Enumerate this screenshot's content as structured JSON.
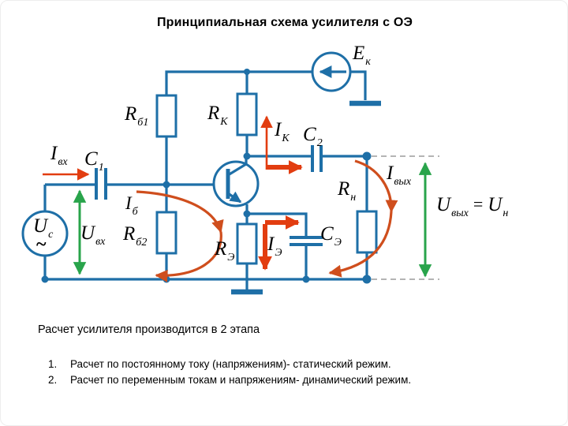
{
  "title": "Принципиальная схема усилителя с ОЭ",
  "colors": {
    "wire": "#1e6fa7",
    "arrow_red": "#e23d10",
    "loop_red": "#cf4e1d",
    "arrow_green": "#29a44b",
    "dashed": "#9b9b9b"
  },
  "schematic": {
    "labels": {
      "ek": {
        "main": "E",
        "sub": "к"
      },
      "rb1": {
        "main": "R",
        "sub": "б1"
      },
      "rk": {
        "main": "R",
        "sub": "К"
      },
      "ik": {
        "main": "I",
        "sub": "К"
      },
      "c2": {
        "main": "C",
        "sub": "2"
      },
      "ivx": {
        "main": "I",
        "sub": "вх"
      },
      "c1": {
        "main": "C",
        "sub": "1"
      },
      "uc": {
        "main": "U",
        "sub": "c",
        "tilde": "~"
      },
      "uvx": {
        "main": "U",
        "sub": "вх"
      },
      "ib": {
        "main": "I",
        "sub": "б"
      },
      "rb2": {
        "main": "R",
        "sub": "б2"
      },
      "re": {
        "main": "R",
        "sub": "Э"
      },
      "ie": {
        "main": "I",
        "sub": "Э"
      },
      "ce": {
        "main": "C",
        "sub": "Э"
      },
      "rn": {
        "main": "R",
        "sub": "н"
      },
      "ivyx": {
        "main": "I",
        "sub": "вых"
      },
      "uout_eq": {
        "left_main": "U",
        "left_sub": "вых",
        "equals": "=",
        "right_main": "U",
        "right_sub": "н"
      }
    }
  },
  "notes": {
    "intro": "Расчет усилителя производится в 2 этапа",
    "items": [
      {
        "num": "1.",
        "text": "Расчет по постоянному току (напряжениям)- статический режим."
      },
      {
        "num": "2.",
        "text": "Расчет по переменным токам и напряжениям- динамический режим."
      }
    ]
  }
}
